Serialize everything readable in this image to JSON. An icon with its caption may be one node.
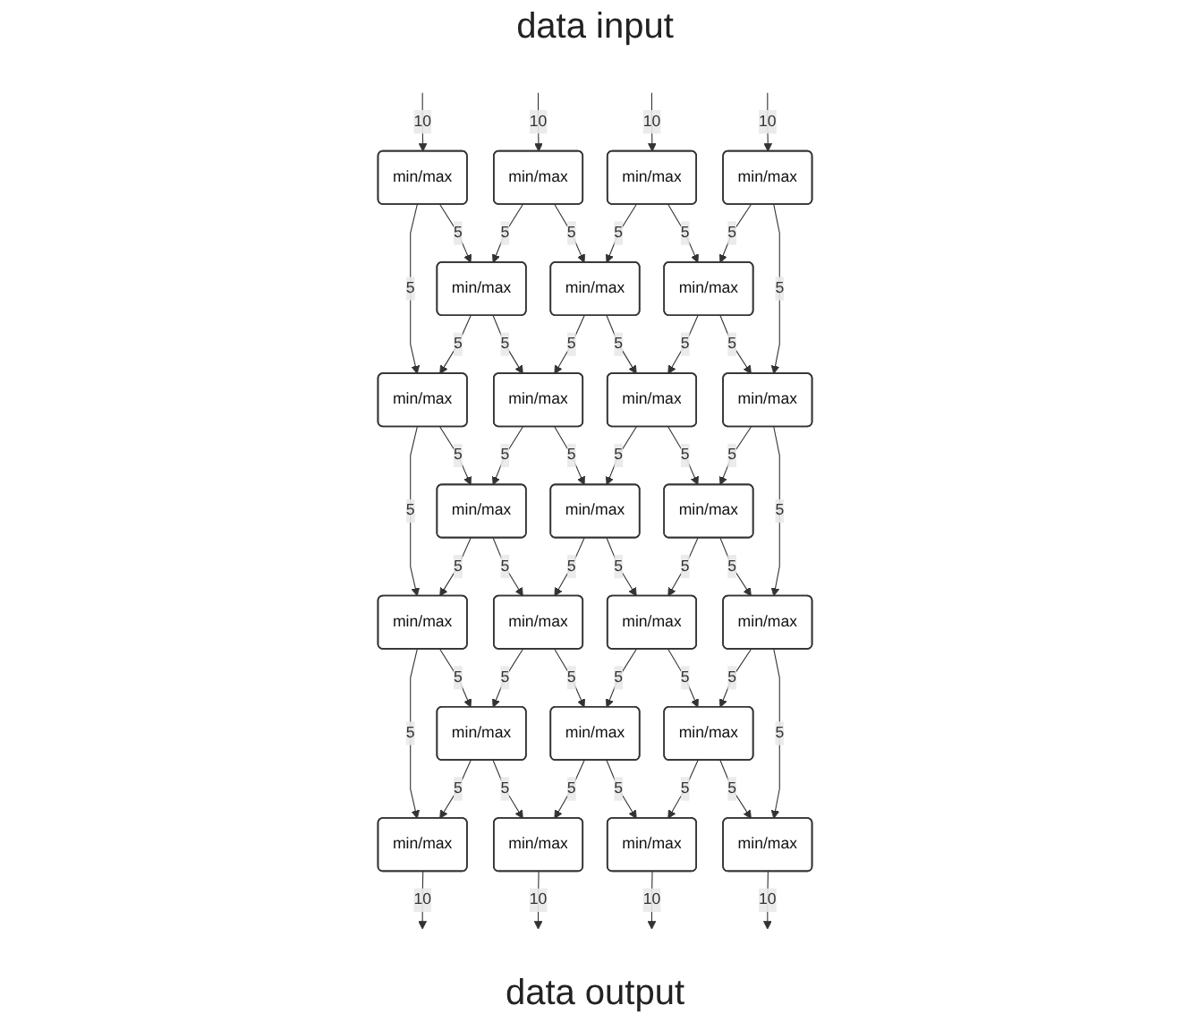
{
  "diagram": {
    "nodes": [
      {
        "text": [
          "min/max"
        ]
      },
      {
        "text": [
          "min/max"
        ]
      },
      {
        "text": [
          "min/max"
        ]
      },
      {
        "text": [
          "min/max"
        ]
      },
      {
        "text": [
          "min/max"
        ]
      },
      {
        "text": [
          "min/max"
        ]
      },
      {
        "text": [
          "min/max"
        ]
      },
      {
        "text": [
          "min/max"
        ]
      },
      {
        "text": [
          "min/max"
        ]
      },
      {
        "text": [
          "min/max"
        ]
      },
      {
        "text": [
          "min/max"
        ]
      },
      {
        "text": [
          "min/max"
        ]
      },
      {
        "text": [
          "min/max"
        ]
      },
      {
        "text": [
          "min/max"
        ]
      },
      {
        "text": [
          "min/max"
        ]
      },
      {
        "text": [
          "min/max"
        ]
      },
      {
        "text": [
          "min/max"
        ]
      },
      {
        "text": [
          "min/max"
        ]
      },
      {
        "text": [
          "min/max"
        ]
      },
      {
        "text": [
          "min/max"
        ]
      },
      {
        "text": [
          "min/max"
        ]
      },
      {
        "text": [
          "min/max"
        ]
      },
      {
        "text": [
          "min/max"
        ]
      },
      {
        "text": [
          "min/max"
        ]
      },
      {
        "text": [
          "min/max"
        ]
      }
    ],
    "edges": [
      {
        "from": null,
        "to": 0,
        "arrow": "to",
        "label": "10"
      },
      {
        "from": null,
        "to": 1,
        "arrow": "to",
        "label": "10"
      },
      {
        "from": null,
        "to": 2,
        "arrow": "to",
        "label": "10"
      },
      {
        "from": null,
        "to": 3,
        "arrow": "to",
        "label": "10"
      },
      {
        "from": 0,
        "to": 7,
        "arrow": "to",
        "label": "5"
      },
      {
        "from": 0,
        "to": 4,
        "arrow": "to",
        "label": "5"
      },
      {
        "from": 1,
        "to": 4,
        "arrow": "to",
        "label": "5"
      },
      {
        "from": 1,
        "to": 5,
        "arrow": "to",
        "label": "5"
      },
      {
        "from": 2,
        "to": 5,
        "arrow": "to",
        "label": "5"
      },
      {
        "from": 2,
        "to": 6,
        "arrow": "to",
        "label": "5"
      },
      {
        "from": 3,
        "to": 6,
        "arrow": "to",
        "label": "5"
      },
      {
        "from": 3,
        "to": 10,
        "arrow": "to",
        "label": "5"
      },
      {
        "from": 4,
        "to": 7,
        "arrow": "to",
        "label": "5"
      },
      {
        "from": 4,
        "to": 8,
        "arrow": "to",
        "label": "5"
      },
      {
        "from": 5,
        "to": 8,
        "arrow": "to",
        "label": "5"
      },
      {
        "from": 5,
        "to": 9,
        "arrow": "to",
        "label": "5"
      },
      {
        "from": 6,
        "to": 9,
        "arrow": "to",
        "label": "5"
      },
      {
        "from": 6,
        "to": 10,
        "arrow": "to",
        "label": "5"
      },
      {
        "from": 7,
        "to": 14,
        "arrow": "to",
        "label": "5"
      },
      {
        "from": 7,
        "to": 11,
        "arrow": "to",
        "label": "5"
      },
      {
        "from": 8,
        "to": 11,
        "arrow": "to",
        "label": "5"
      },
      {
        "from": 8,
        "to": 12,
        "arrow": "to",
        "label": "5"
      },
      {
        "from": 9,
        "to": 12,
        "arrow": "to",
        "label": "5"
      },
      {
        "from": 9,
        "to": 13,
        "arrow": "to",
        "label": "5"
      },
      {
        "from": 10,
        "to": 13,
        "arrow": "to",
        "label": "5"
      },
      {
        "from": 10,
        "to": 17,
        "arrow": "to",
        "label": "5"
      },
      {
        "from": 11,
        "to": 14,
        "arrow": "to",
        "label": "5"
      },
      {
        "from": 11,
        "to": 15,
        "arrow": "to",
        "label": "5"
      },
      {
        "from": 12,
        "to": 15,
        "arrow": "to",
        "label": "5"
      },
      {
        "from": 12,
        "to": 16,
        "arrow": "to",
        "label": "5"
      },
      {
        "from": 13,
        "to": 16,
        "arrow": "to",
        "label": "5"
      },
      {
        "from": 13,
        "to": 17,
        "arrow": "to",
        "label": "5"
      },
      {
        "from": 14,
        "to": 21,
        "arrow": "to",
        "label": "5"
      },
      {
        "from": 14,
        "to": 18,
        "arrow": "to",
        "label": "5"
      },
      {
        "from": 15,
        "to": 18,
        "arrow": "to",
        "label": "5"
      },
      {
        "from": 15,
        "to": 19,
        "arrow": "to",
        "label": "5"
      },
      {
        "from": 16,
        "to": 19,
        "arrow": "to",
        "label": "5"
      },
      {
        "from": 16,
        "to": 20,
        "arrow": "to",
        "label": "5"
      },
      {
        "from": 17,
        "to": 20,
        "arrow": "to",
        "label": "5"
      },
      {
        "from": 17,
        "to": 24,
        "arrow": "to",
        "label": "5"
      },
      {
        "from": 18,
        "to": 21,
        "arrow": "to",
        "label": "5"
      },
      {
        "from": 18,
        "to": 22,
        "arrow": "to",
        "label": "5"
      },
      {
        "from": 19,
        "to": 22,
        "arrow": "to",
        "label": "5"
      },
      {
        "from": 19,
        "to": 23,
        "arrow": "to",
        "label": "5"
      },
      {
        "from": 20,
        "to": 23,
        "arrow": "to",
        "label": "5"
      },
      {
        "from": 20,
        "to": 24,
        "arrow": "to",
        "label": "5"
      },
      {
        "from": 21,
        "to": null,
        "arrow": "to",
        "label": "10"
      },
      {
        "from": 22,
        "to": null,
        "arrow": "to",
        "label": "10"
      },
      {
        "from": 23,
        "to": null,
        "arrow": "to",
        "label": "10"
      },
      {
        "from": 24,
        "to": null,
        "arrow": "to",
        "label": "10"
      }
    ],
    "labels": [
      "data input",
      "data output"
    ]
  }
}
